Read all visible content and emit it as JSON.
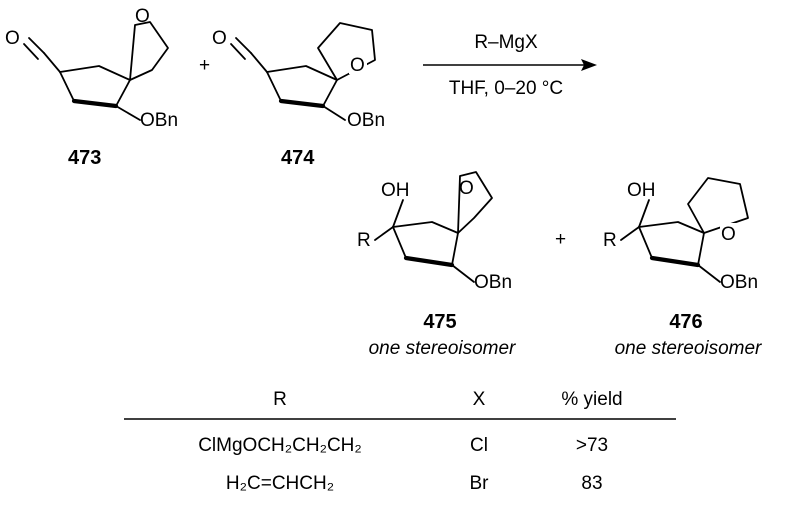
{
  "reactants": [
    {
      "number": "473",
      "atoms": {
        "ketone_o": "O",
        "ring_o": "O",
        "ether": "OBn"
      }
    },
    {
      "number": "474",
      "atoms": {
        "ketone_o": "O",
        "ring_o": "O",
        "ether": "OBn"
      }
    }
  ],
  "reactant_plus": "+",
  "reagent": {
    "above": "R–MgX",
    "below": "THF, 0–20 °C"
  },
  "products": [
    {
      "number": "475",
      "note": "one stereoisomer",
      "atoms": {
        "oh": "OH",
        "r": "R",
        "ring_o": "O",
        "ether": "OBn"
      }
    },
    {
      "number": "476",
      "note": "one stereoisomer",
      "atoms": {
        "oh": "OH",
        "r": "R",
        "ring_o": "O",
        "ether": "OBn"
      }
    }
  ],
  "product_plus": "+",
  "table": {
    "headers": [
      "R",
      "X",
      "% yield"
    ],
    "rows": [
      {
        "r": "ClMgOCH₂CH₂CH₂",
        "x": "Cl",
        "yield": ">73"
      },
      {
        "r": "H₂C=CHCH₂",
        "x": "Br",
        "yield": "83"
      }
    ]
  }
}
